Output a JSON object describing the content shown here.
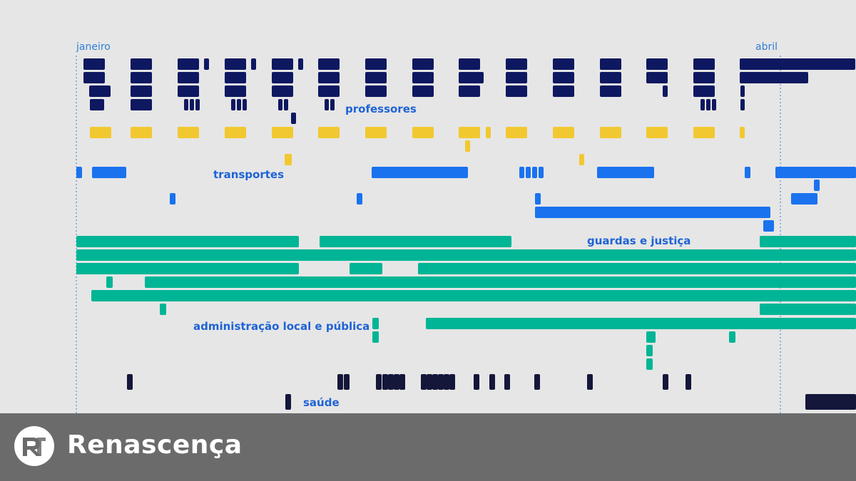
{
  "brand": {
    "name": "Renascença"
  },
  "colors": {
    "background": "#e6e6e6",
    "footer": "#6b6b6b",
    "month_marker": "#2f7fd6",
    "label_text": "#1e63d6"
  },
  "chart_data": {
    "type": "timeline",
    "title": "",
    "xlabel": "",
    "ylabel": "",
    "month_markers": [
      "janeiro",
      "abril"
    ],
    "grid": false,
    "series": [
      {
        "name": "professores",
        "color": "#0d1860"
      },
      {
        "name": "",
        "color": "#f2c830"
      },
      {
        "name": "transportes",
        "color": "#1a72ee"
      },
      {
        "name": "guardas e justiça",
        "color": "#00b595"
      },
      {
        "name": "administração local e pública",
        "color": "#00b595"
      },
      {
        "name": "saúde",
        "color": "#14163a"
      }
    ]
  }
}
